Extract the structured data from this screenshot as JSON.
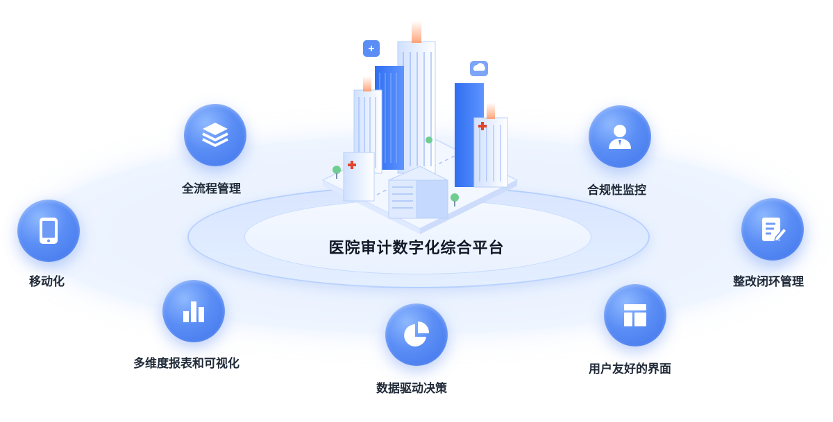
{
  "diagram": {
    "center_title": "医院审计数字化综合平台",
    "features": [
      {
        "label": "全流程管理",
        "icon": "layers-icon"
      },
      {
        "label": "合规性监控",
        "icon": "user-icon"
      },
      {
        "label": "移动化",
        "icon": "tablet-icon"
      },
      {
        "label": "整改闭环管理",
        "icon": "edit-document-icon"
      },
      {
        "label": "多维度报表和可视化",
        "icon": "bar-chart-icon"
      },
      {
        "label": "用户友好的界面",
        "icon": "layout-icon"
      },
      {
        "label": "数据驱动决策",
        "icon": "pie-chart-icon"
      }
    ]
  }
}
